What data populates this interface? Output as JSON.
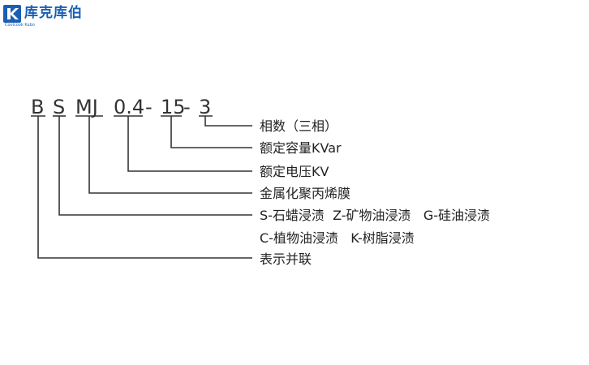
{
  "logo": {
    "name": "库克库伯",
    "sub": "Coolcook Kubo"
  },
  "code": {
    "p1": "B",
    "p2": "S",
    "p3": "MJ",
    "p4": "0.4",
    "sep1": "-",
    "p5": "15",
    "sep2": "-",
    "p6": "3"
  },
  "descriptions": [
    "相数（三相）",
    "额定容量KVar",
    "额定电压KV",
    "金属化聚丙烯膜",
    "S-石蜡浸渍  Z-矿物油浸渍   G-硅油浸渍",
    "C-植物油浸渍   K-树脂浸渍",
    "表示并联"
  ]
}
